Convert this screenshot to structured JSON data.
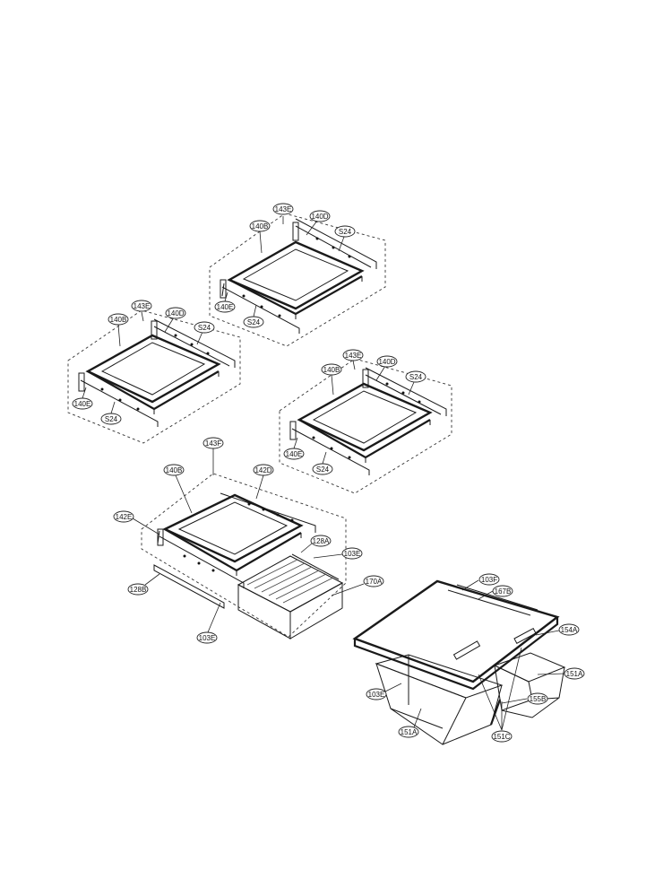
{
  "labels": {
    "s1_143E": "143E",
    "s1_140D": "140D",
    "s1_140B": "140B",
    "s1_S24a": "S24",
    "s1_140E": "140E",
    "s1_S24b": "S24",
    "s2_143E": "143E",
    "s2_140D": "140D",
    "s2_140B": "140B",
    "s2_S24a": "S24",
    "s2_140E": "140E",
    "s2_S24b": "S24",
    "s3_143E": "143E",
    "s3_140D": "140D",
    "s3_140B": "140B",
    "s3_S24a": "S24",
    "s3_140E": "140E",
    "s3_S24b": "S24",
    "s4_143F": "143F",
    "s4_140B": "140B",
    "s4_142D": "142D",
    "s4_142E": "142E",
    "s4_128A": "128A",
    "s4_103E_a": "103E",
    "s4_128B": "128B",
    "s4_103E_b": "103E",
    "s4_170A": "170A",
    "c_103F": "103F",
    "c_167B": "167B",
    "c_154A": "154A",
    "c_151A_a": "151A",
    "c_103E": "103E",
    "c_155B": "155B",
    "c_151A_b": "151A",
    "c_151C": "151C"
  }
}
